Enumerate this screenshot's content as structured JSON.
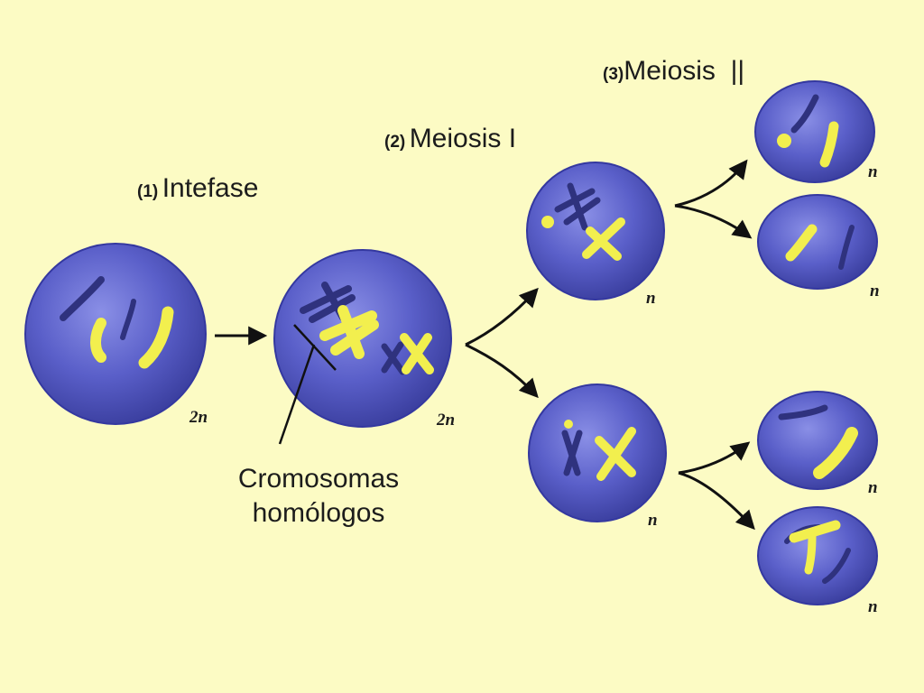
{
  "stages": {
    "interfase": {
      "number": "(1)",
      "name": "Intefase"
    },
    "meiosis_1": {
      "number": "(2)",
      "name": "Meiosis I"
    },
    "meiosis_2": {
      "number": "(3)",
      "name": "Meiosis  ||"
    }
  },
  "ploidy": {
    "diploid": "2n",
    "haploid": "n"
  },
  "homolog_label": {
    "line1": "Cromosomas",
    "line2": "homólogos"
  },
  "colors": {
    "background": "#fcfbc4",
    "cell": "#5a5fc9",
    "chromosome_dark": "#2f327e",
    "chromosome_light": "#f2ef4e"
  }
}
